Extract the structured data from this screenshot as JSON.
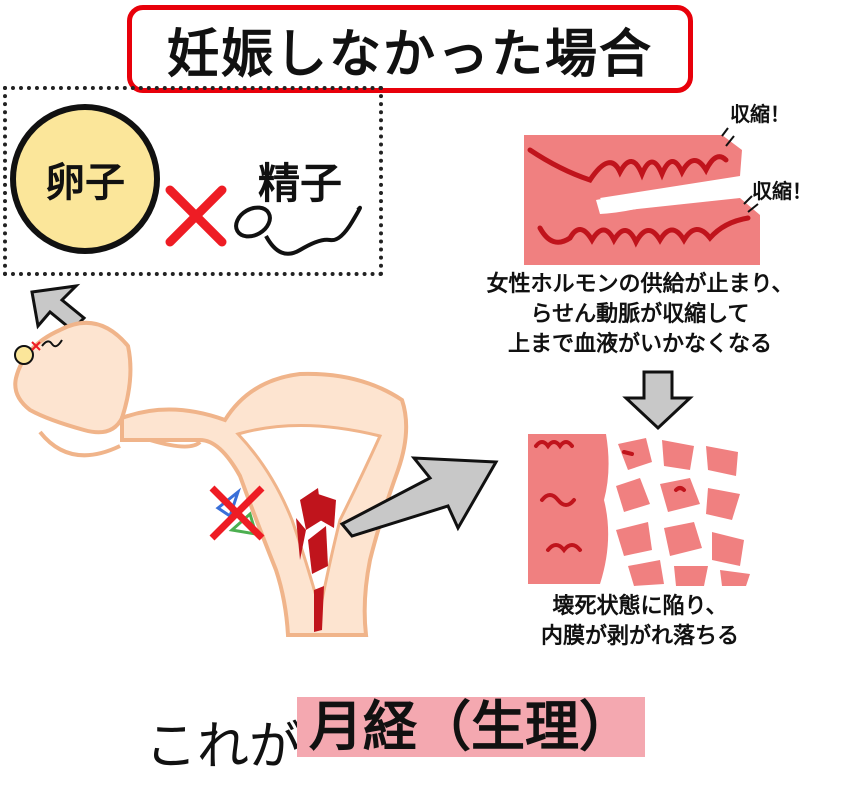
{
  "title": "妊娠しなかった場合",
  "egg_label": "卵子",
  "sperm_label": "精子",
  "shrink_label_1": "収縮！",
  "shrink_label_2": "収縮！",
  "note_1": [
    "女性ホルモンの供給が止まり、",
    "らせん動脈が収縮して",
    "上まで血液がいかなくなる"
  ],
  "note_2": [
    "壊死状態に陥り、",
    "内膜が剥がれ落ちる"
  ],
  "bottom_lead": "これが",
  "bottom_emphasis": "月経（生理）",
  "colors": {
    "title_border": "#e8000a",
    "egg_fill": "#fbe69a",
    "cross": "#ee1c24",
    "uterus": "#f9d0b0",
    "tissue": "#f08080",
    "artery": "#c0141c",
    "highlight": "#f4a8b0",
    "arrow": "#c8c8c8"
  }
}
